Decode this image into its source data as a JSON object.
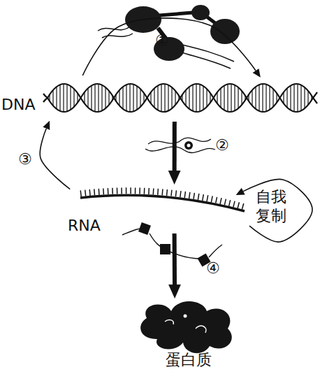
{
  "diagram": {
    "nodes": [
      {
        "text": [
          "DNA"
        ]
      },
      {
        "text": [
          "RNA"
        ]
      },
      {
        "text": [
          "蛋白质"
        ]
      }
    ],
    "edges": [
      {
        "from": 0,
        "to": 0,
        "label": "①",
        "arrow": "to"
      },
      {
        "from": 0,
        "to": 1,
        "label": "②",
        "arrow": "to"
      },
      {
        "from": 1,
        "to": 0,
        "label": "③",
        "arrow": "to"
      },
      {
        "from": 1,
        "to": 1,
        "label": "自我 复制",
        "arrow": "to"
      },
      {
        "from": 1,
        "to": 2,
        "label": "④",
        "arrow": "to"
      }
    ]
  }
}
